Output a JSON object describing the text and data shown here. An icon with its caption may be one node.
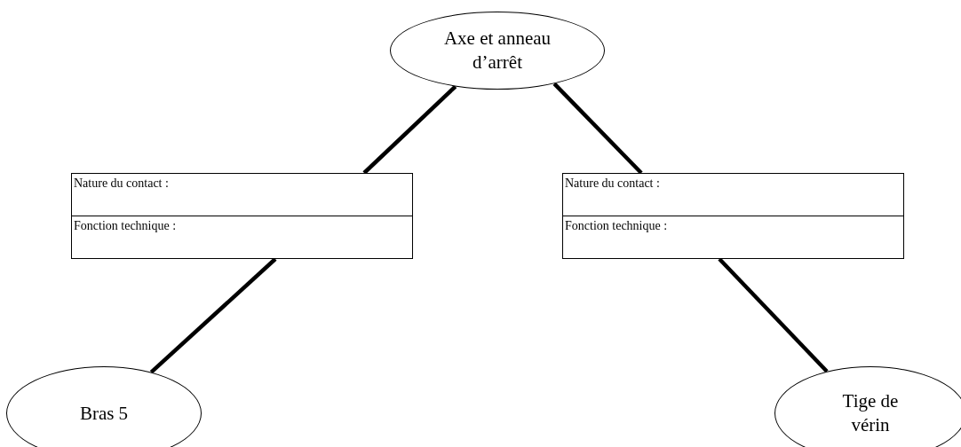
{
  "diagram": {
    "nodes": [
      {
        "text": [
          "Axe et anneau d’arrêt"
        ]
      },
      {
        "text": [
          "Nature du contact :",
          "Fonction technique :"
        ]
      },
      {
        "text": [
          "Nature du contact :",
          "Fonction technique :"
        ]
      },
      {
        "text": [
          "Bras 5"
        ]
      },
      {
        "text": [
          "Tige de vérin"
        ]
      }
    ],
    "edges": [
      {
        "from": 0,
        "to": 1,
        "arrow": "none"
      },
      {
        "from": 1,
        "to": 3,
        "arrow": "none"
      },
      {
        "from": 0,
        "to": 2,
        "arrow": "none"
      },
      {
        "from": 2,
        "to": 4,
        "arrow": "none"
      }
    ]
  }
}
